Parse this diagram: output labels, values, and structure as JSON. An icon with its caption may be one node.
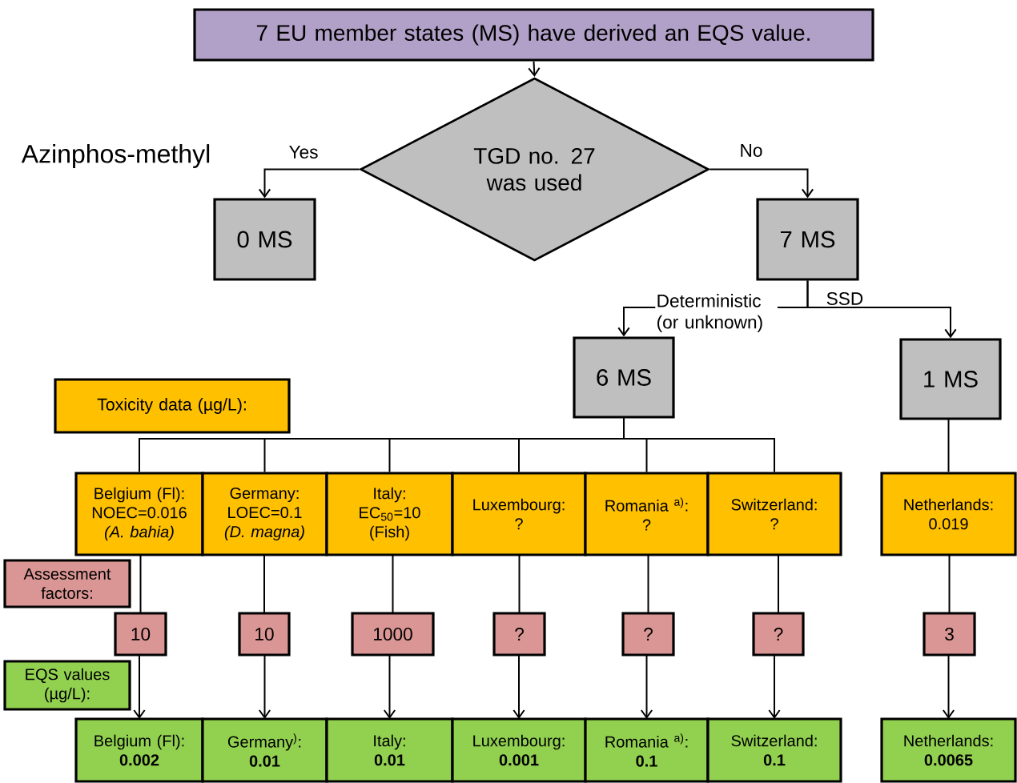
{
  "diagram": {
    "nodes": [
      {
        "text": [
          "7 EU member states (MS) have derived an EQS value."
        ]
      },
      {
        "text": [
          "TGD no. 27 was used"
        ]
      },
      {
        "text": [
          "0 MS"
        ]
      },
      {
        "text": [
          "7 MS"
        ]
      },
      {
        "text": [
          "6 MS"
        ]
      },
      {
        "text": [
          "1 MS"
        ]
      },
      {
        "text": [
          "Toxicity data (µg/L):"
        ]
      },
      {
        "text": [
          "Belgium (Fl):",
          "NOEC=0.016",
          "*(A. bahia)*"
        ]
      },
      {
        "text": [
          "Germany:",
          "LOEC=0.1",
          "*(D. magna)*"
        ]
      },
      {
        "text": [
          "Italy:",
          "EC$_{50}$=10",
          "(Fish)"
        ]
      },
      {
        "text": [
          "Luxembourg:",
          "?"
        ]
      },
      {
        "text": [
          "Romania $^{a)}$:",
          "?"
        ]
      },
      {
        "text": [
          "Switzerland:",
          "?"
        ]
      },
      {
        "text": [
          "Netherlands:",
          "0.019"
        ]
      },
      {
        "text": [
          "Assessment factors:"
        ]
      },
      {
        "text": [
          "10"
        ]
      },
      {
        "text": [
          "10"
        ]
      },
      {
        "text": [
          "1000"
        ]
      },
      {
        "text": [
          "?"
        ]
      },
      {
        "text": [
          "?"
        ]
      },
      {
        "text": [
          "?"
        ]
      },
      {
        "text": [
          "3"
        ]
      },
      {
        "text": [
          "EQS values (µg/L):"
        ]
      },
      {
        "text": [
          "Belgium (Fl):",
          "0.002"
        ]
      },
      {
        "text": [
          "Germany$^{)}$:",
          "0.01"
        ]
      },
      {
        "text": [
          "Italy:",
          "0.01"
        ]
      },
      {
        "text": [
          "Luxembourg:",
          "0.001"
        ]
      },
      {
        "text": [
          "Romania $^{a)}$:",
          "0.1"
        ]
      },
      {
        "text": [
          "Switzerland:",
          "0.1"
        ]
      },
      {
        "text": [
          "Netherlands:",
          "0.0065"
        ]
      }
    ],
    "edges": [
      {
        "from": 0,
        "to": 1,
        "arrow": "to"
      },
      {
        "from": 1,
        "to": 2,
        "arrow": "to",
        "label": "Yes"
      },
      {
        "from": 1,
        "to": 3,
        "arrow": "to",
        "label": "No"
      },
      {
        "from": 3,
        "to": 4,
        "arrow": "to",
        "label": "Deterministic (or unknown)"
      },
      {
        "from": 3,
        "to": 5,
        "arrow": "to",
        "label": "SSD"
      },
      {
        "from": 4,
        "to": 7,
        "arrow": "none"
      },
      {
        "from": 4,
        "to": 8,
        "arrow": "none"
      },
      {
        "from": 4,
        "to": 9,
        "arrow": "none"
      },
      {
        "from": 4,
        "to": 10,
        "arrow": "none"
      },
      {
        "from": 4,
        "to": 11,
        "arrow": "none"
      },
      {
        "from": 4,
        "to": 12,
        "arrow": "none"
      },
      {
        "from": 5,
        "to": 13,
        "arrow": "none"
      },
      {
        "from": 7,
        "to": 15,
        "arrow": "none"
      },
      {
        "from": 8,
        "to": 16,
        "arrow": "none"
      },
      {
        "from": 9,
        "to": 17,
        "arrow": "none"
      },
      {
        "from": 10,
        "to": 18,
        "arrow": "none"
      },
      {
        "from": 11,
        "to": 19,
        "arrow": "none"
      },
      {
        "from": 12,
        "to": 20,
        "arrow": "none"
      },
      {
        "from": 13,
        "to": 21,
        "arrow": "none"
      },
      {
        "from": 15,
        "to": 23,
        "arrow": "to"
      },
      {
        "from": 16,
        "to": 24,
        "arrow": "to"
      },
      {
        "from": 17,
        "to": 25,
        "arrow": "to"
      },
      {
        "from": 18,
        "to": 26,
        "arrow": "to"
      },
      {
        "from": 19,
        "to": 27,
        "arrow": "to"
      },
      {
        "from": 20,
        "to": 28,
        "arrow": "to"
      },
      {
        "from": 21,
        "to": 29,
        "arrow": "to"
      }
    ],
    "labels": [
      "Azinphos-methyl"
    ]
  }
}
